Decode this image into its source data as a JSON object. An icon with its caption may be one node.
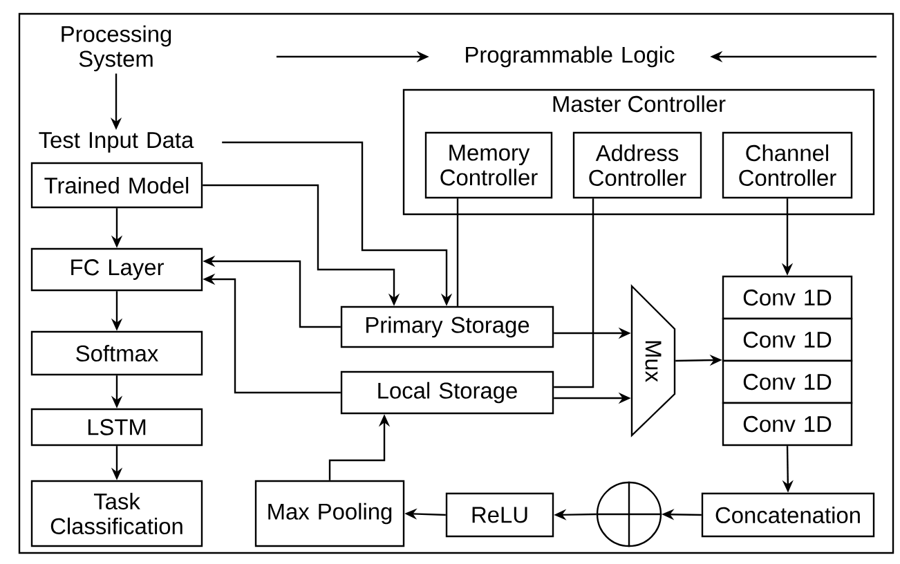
{
  "diagram": {
    "nodes": [
      {
        "text": [
          "Processing System"
        ]
      },
      {
        "text": [
          "Programmable Logic"
        ]
      },
      {
        "text": [
          "Master Controller"
        ]
      },
      {
        "text": [
          "Memory Controller"
        ],
        "in": 2
      },
      {
        "text": [
          "Address Controller"
        ],
        "in": 2
      },
      {
        "text": [
          "Channel Controller"
        ],
        "in": 2
      },
      {
        "text": [
          "Test Input Data"
        ]
      },
      {
        "text": [
          "Trained Model"
        ]
      },
      {
        "text": [
          "FC Layer"
        ]
      },
      {
        "text": [
          "Softmax"
        ]
      },
      {
        "text": [
          "LSTM"
        ]
      },
      {
        "text": [
          "Task Classification"
        ]
      },
      {
        "text": [
          "Primary Storage"
        ]
      },
      {
        "text": [
          "Local Storage"
        ]
      },
      {
        "text": [
          "Mux"
        ]
      },
      {
        "text": [
          "Conv 1D"
        ]
      },
      {
        "text": [
          "Conv 1D"
        ]
      },
      {
        "text": [
          "Conv 1D"
        ]
      },
      {
        "text": [
          "Conv 1D"
        ]
      },
      {
        "text": [
          "Concatenation"
        ]
      },
      {
        "text": [],
        "shape": "circle"
      },
      {
        "text": [
          "ReLU"
        ]
      },
      {
        "text": [
          "Max Pooling"
        ]
      }
    ],
    "edges": [
      {
        "from": 0,
        "to": 6,
        "arrow": "to"
      },
      {
        "from": null,
        "to": 1,
        "arrow": "to"
      },
      {
        "from": null,
        "to": 1,
        "arrow": "to"
      },
      {
        "from": 6,
        "to": 12,
        "arrow": "to"
      },
      {
        "from": 7,
        "to": 12,
        "arrow": "to"
      },
      {
        "from": 7,
        "to": 8,
        "arrow": "to"
      },
      {
        "from": 3,
        "to": 12,
        "arrow": "none"
      },
      {
        "from": 4,
        "to": 13,
        "arrow": "none"
      },
      {
        "from": 5,
        "to": 15,
        "arrow": "to"
      },
      {
        "from": 12,
        "to": 8,
        "arrow": "to"
      },
      {
        "from": 13,
        "to": 8,
        "arrow": "to"
      },
      {
        "from": 8,
        "to": 9,
        "arrow": "to"
      },
      {
        "from": 9,
        "to": 10,
        "arrow": "to"
      },
      {
        "from": 10,
        "to": 11,
        "arrow": "to"
      },
      {
        "from": 12,
        "to": 14,
        "arrow": "to"
      },
      {
        "from": 13,
        "to": 14,
        "arrow": "to"
      },
      {
        "from": 14,
        "to": 17,
        "arrow": "to"
      },
      {
        "from": 18,
        "to": 19,
        "arrow": "to"
      },
      {
        "from": 19,
        "to": 20,
        "arrow": "to"
      },
      {
        "from": 20,
        "to": 21,
        "arrow": "to"
      },
      {
        "from": 21,
        "to": 22,
        "arrow": "to"
      },
      {
        "from": 22,
        "to": 13,
        "arrow": "to"
      }
    ]
  }
}
